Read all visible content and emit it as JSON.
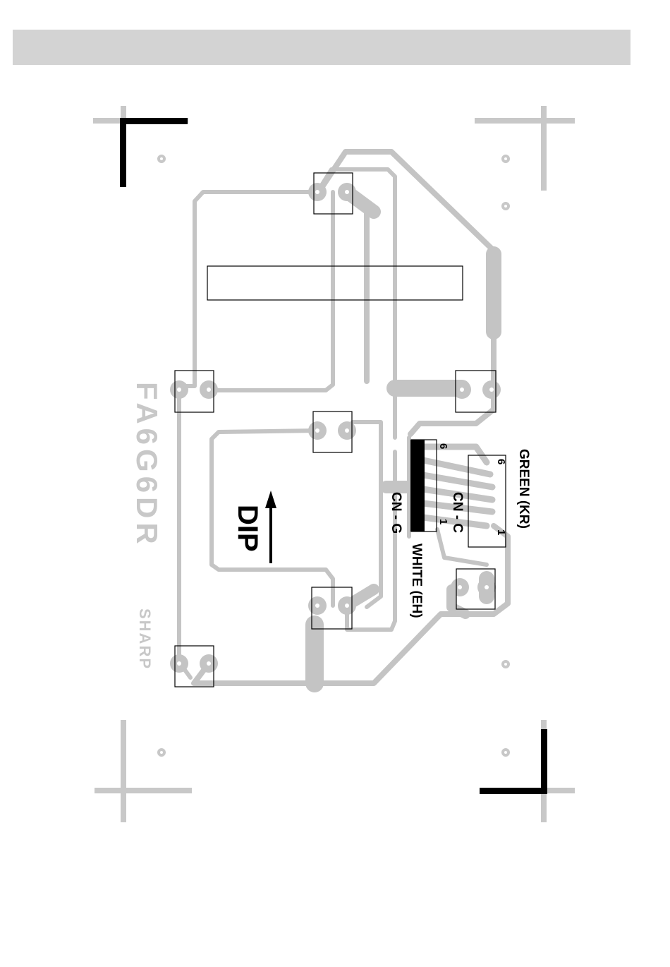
{
  "header": {
    "title": ""
  },
  "board": {
    "silkscreen_model": "FA6G6DR",
    "silkscreen_brand": "SHARP",
    "dip_label": "DIP",
    "connector_g": {
      "name": "CN - G",
      "pin_first": "1",
      "pin_last": "6",
      "wire_color": "WHITE (EH)"
    },
    "connector_c": {
      "name": "CN - C",
      "pin_first": "1",
      "pin_last": "6",
      "wire_color": "GREEN (KR)"
    }
  },
  "colors": {
    "trace": "#c4c4c4",
    "ink": "#000000",
    "header": "#d3d3d3"
  }
}
